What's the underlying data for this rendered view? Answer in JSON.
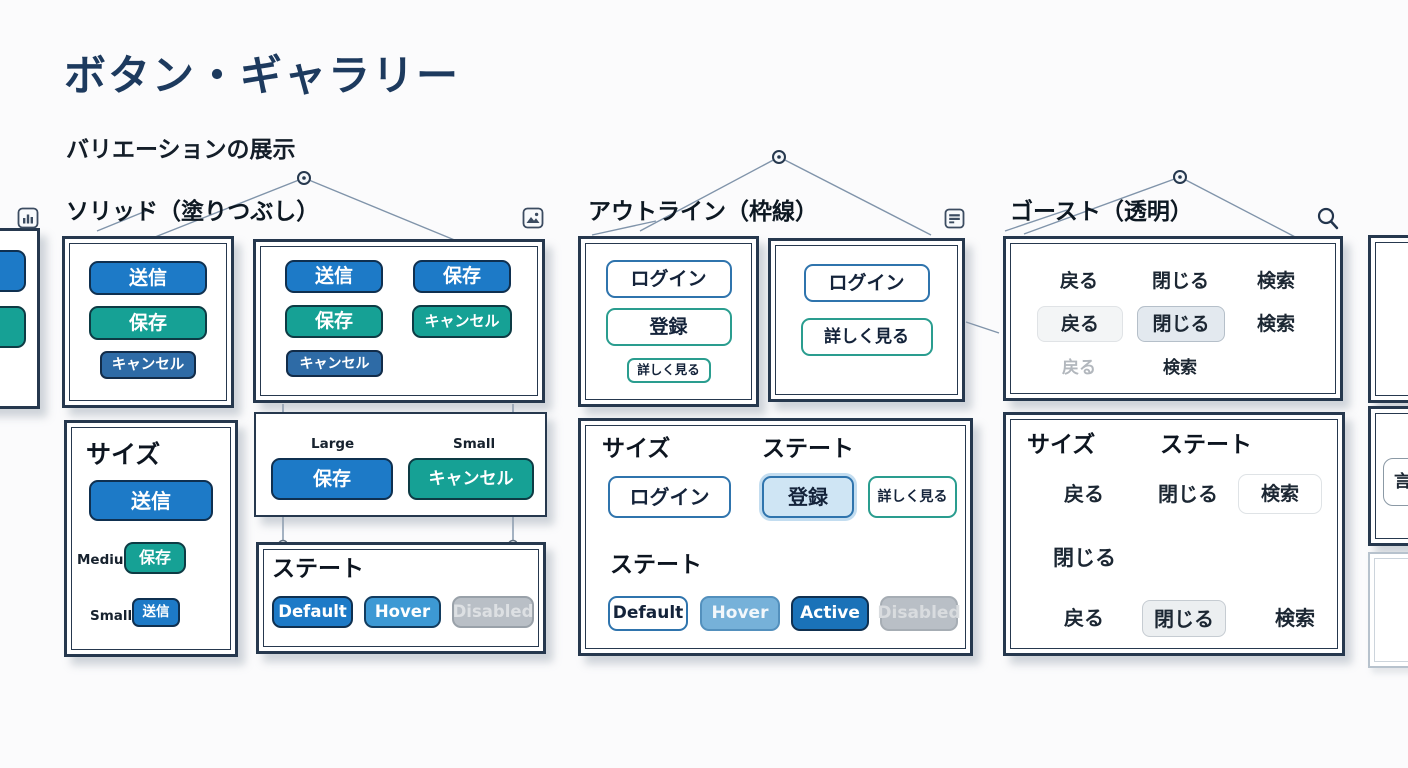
{
  "header": {
    "title": "ボタン・ギャラリー",
    "subtitle": "バリエーションの展示"
  },
  "colors": {
    "title_navy": "#1d3a5e",
    "primary_blue": "#1d7ac7",
    "teal": "#16a195",
    "steel_blue": "#2e6ba6",
    "hover_blue": "#3d99d4",
    "active_blue": "#1a72b8",
    "disabled_gray": "#b9bfc6",
    "outline_blue_border": "#2f74ad",
    "outline_teal_border": "#2a9d8f",
    "pressed_light_blue": "#cfe5f4",
    "frame_border": "#26384e"
  },
  "solid": {
    "heading": "ソリッド（塗りつぶし）",
    "panel_basic": {
      "submit": "送信",
      "save": "保存",
      "cancel": "キャンセル"
    },
    "panel_grid": {
      "r1c1": "送信",
      "r1c2": "保存",
      "r2c1": "保存",
      "r2c2": "キャンセル",
      "r3c1": "キャンセル"
    },
    "panel_size": {
      "heading": "サイズ",
      "large_button": "送信",
      "medium_label": "Medium",
      "medium_button": "保存",
      "small_label": "Small",
      "small_button": "送信"
    },
    "panel_large_small": {
      "large_label": "Large",
      "large_button": "保存",
      "small_label": "Small",
      "small_button": "キャンセル"
    },
    "panel_state": {
      "heading": "ステート",
      "default": "Default",
      "hover": "Hover",
      "disabled": "Disabled"
    }
  },
  "outline": {
    "heading": "アウトライン（枠線）",
    "panel_a": {
      "login": "ログイン",
      "register": "登録",
      "details": "詳しく見る"
    },
    "panel_b": {
      "login": "ログイン",
      "details": "詳しく見る"
    },
    "panel_bottom": {
      "size_heading": "サイズ",
      "state_heading": "ステート",
      "login": "ログイン",
      "register": "登録",
      "details": "詳しく見る",
      "state_heading2": "ステート",
      "default": "Default",
      "hover": "Hover",
      "active": "Active",
      "disabled": "Disabled"
    }
  },
  "ghost": {
    "heading": "ゴースト（透明）",
    "panel_top": {
      "r1": [
        "戻る",
        "閉じる",
        "検索"
      ],
      "r2": [
        "戻る",
        "閉じる",
        "検索"
      ],
      "r3": [
        "戻る",
        "検索"
      ]
    },
    "panel_bottom": {
      "size_heading": "サイズ",
      "state_heading": "ステート",
      "r1": [
        "戻る",
        "閉じる",
        "検索"
      ],
      "r2": [
        "閉じる"
      ],
      "r3": [
        "戻る",
        "閉じる",
        "検索"
      ]
    }
  },
  "partials": {
    "right_button_fragment": "言"
  }
}
